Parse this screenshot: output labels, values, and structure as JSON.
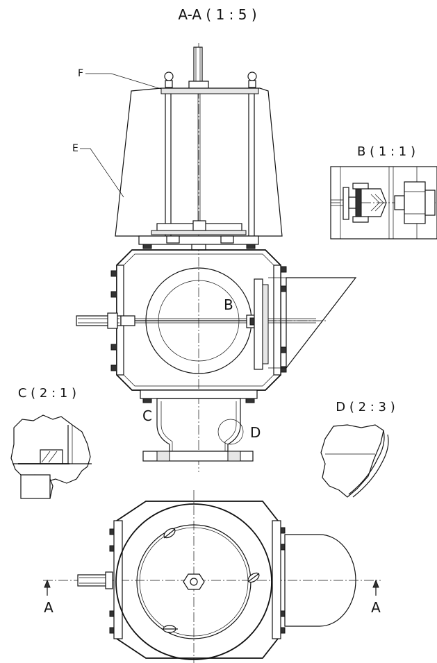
{
  "labels": {
    "section_title": "A-A ( 1 : 5 )",
    "detail_b_title": "B ( 1 : 1 )",
    "detail_c_title": "C ( 2 : 1 )",
    "detail_d_title": "D ( 2 : 3 )",
    "callout_f": "F",
    "callout_e": "E",
    "callout_b": "B",
    "callout_c": "C",
    "callout_d": "D",
    "section_mark_left": "A",
    "section_mark_right": "A"
  }
}
